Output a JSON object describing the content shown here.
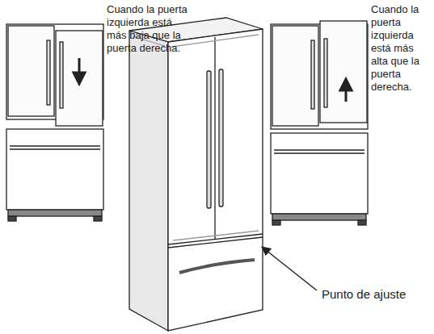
{
  "diagram": {
    "labels": [
      "Cuando la puerta izquierda está más baja que la puerta derecha.",
      "Cuando la puerta izquierda está más alta que la puerta derecha.",
      "Punto de ajuste"
    ]
  }
}
